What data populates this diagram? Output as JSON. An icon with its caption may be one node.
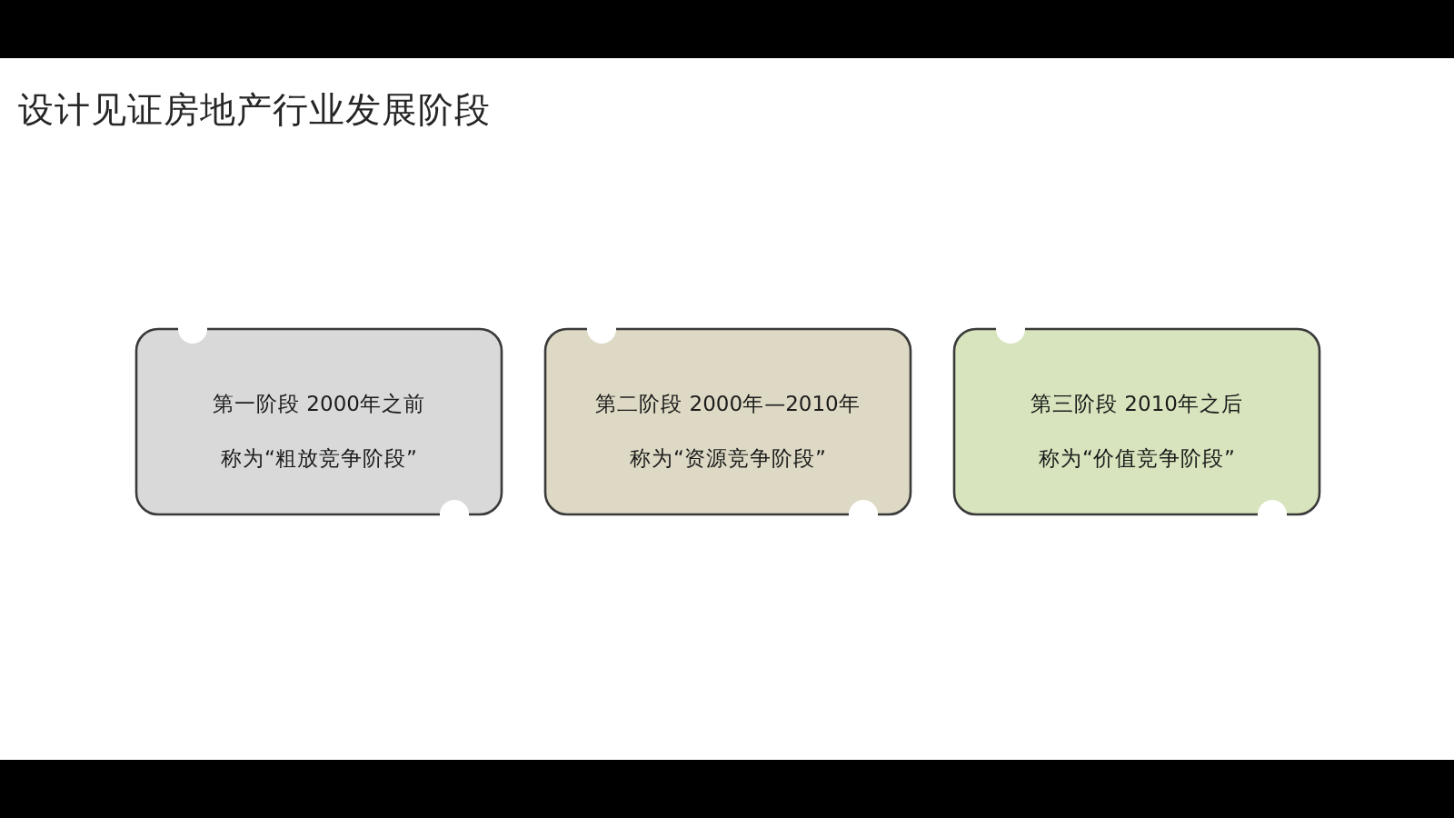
{
  "diagram": {
    "title": "设计见证房地产行业发展阶段",
    "nodes": [
      {
        "text": [],
        "shape": "bar"
      },
      {
        "text": [
          "第一阶段 2000年之前",
          "称为“粗放竞争阶段”"
        ]
      },
      {
        "text": [
          "第二阶段 2000年—2010年",
          "称为“资源竞争阶段”"
        ]
      },
      {
        "text": [
          "第三阶段 2010年之后",
          "称为“价值竞争阶段”"
        ]
      },
      {
        "text": [],
        "shape": "bar"
      }
    ]
  }
}
